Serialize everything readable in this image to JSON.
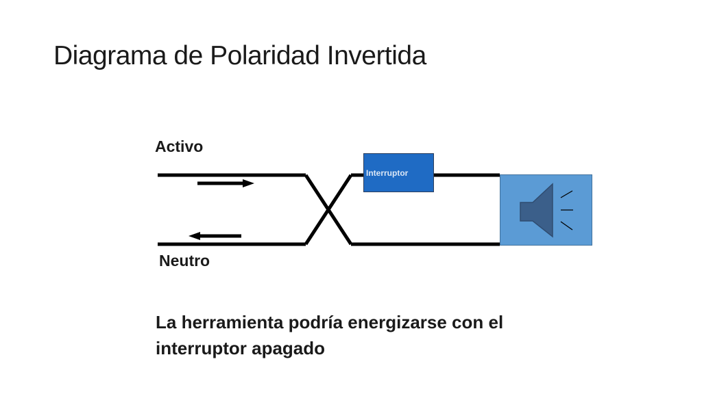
{
  "title": "Diagrama de Polaridad Invertida",
  "labels": {
    "activo": "Activo",
    "neutro": "Neutro",
    "interruptor": "Interruptor"
  },
  "caption": "La herramienta podría energizarse con el interruptor apagado",
  "icons": {
    "tool": "speaker-icon",
    "arrow_right": "arrow-right-icon",
    "arrow_left": "arrow-left-icon"
  },
  "colors": {
    "wire": "#000000",
    "switch_fill": "#1f6bc4",
    "tool_fill": "#5b9bd5",
    "speaker_fill": "#3b5f8a"
  }
}
